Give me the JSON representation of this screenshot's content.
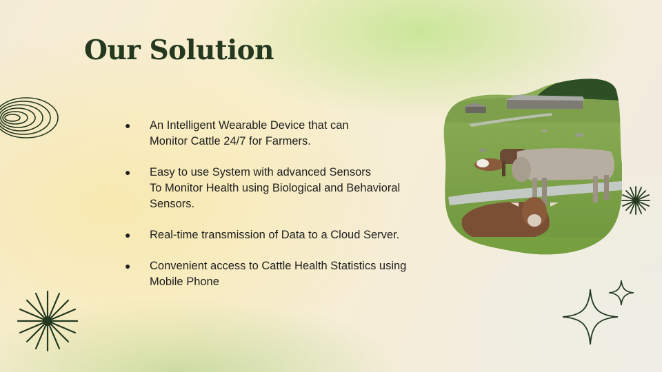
{
  "slide": {
    "title": "Our Solution",
    "bullets": [
      {
        "lines": [
          "An Intelligent Wearable Device that can",
          "Monitor Cattle 24/7 for Farmers."
        ]
      },
      {
        "lines": [
          "Easy to use System with advanced Sensors",
          "To Monitor Health using Biological and Behavioral",
          "Sensors."
        ]
      },
      {
        "lines": [
          "Real-time transmission of Data to a Cloud Server."
        ]
      },
      {
        "lines": [
          "Convenient access to Cattle Health Statistics using",
          "Mobile Phone"
        ]
      }
    ],
    "bullet_glyph": "●",
    "photo": {
      "subject": "cows grazing on an alpine pasture"
    },
    "decorations": [
      "concentric-ellipses-icon",
      "starburst-icon",
      "four-point-star-icon"
    ],
    "colors": {
      "title": "#23381f",
      "accent_dark_green": "#23381f",
      "text": "#1e1e1e"
    }
  }
}
